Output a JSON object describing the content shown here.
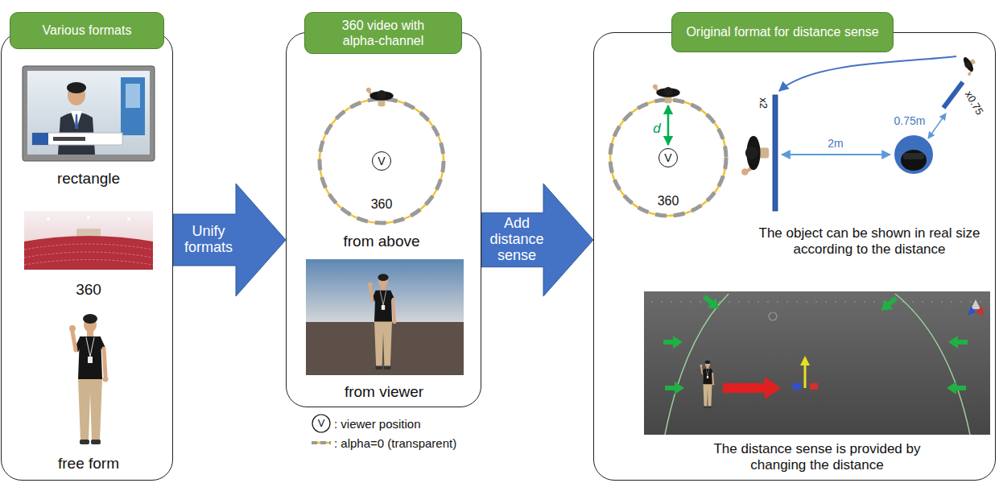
{
  "diagram": {
    "nodes": [
      {
        "text": [
          "Various formats"
        ]
      },
      {
        "text": [
          "360 video with alpha-channel"
        ]
      },
      {
        "text": [
          "V"
        ],
        "in": 1
      },
      {
        "text": [
          "Original format for distance sense"
        ]
      },
      {
        "text": [
          "V"
        ],
        "in": 3
      }
    ],
    "edges": [
      {
        "from": 0,
        "to": 1,
        "arrow": "to",
        "label": "Unify formats"
      },
      {
        "from": 1,
        "to": 3,
        "arrow": "to",
        "label": "Add distance sense"
      }
    ],
    "labels": [
      "rectangle",
      "360",
      "free form",
      "360",
      "from above",
      "from viewer",
      "V",
      "d",
      "360",
      "x2",
      "2m",
      "0.75m",
      "x0.75",
      "The object can be shown in real size according to the distance",
      "The distance sense is provided by changing the distance"
    ],
    "legend": [
      {
        "text": ": viewer position"
      },
      {
        "text": ": alpha=0 (transparent)"
      }
    ]
  }
}
